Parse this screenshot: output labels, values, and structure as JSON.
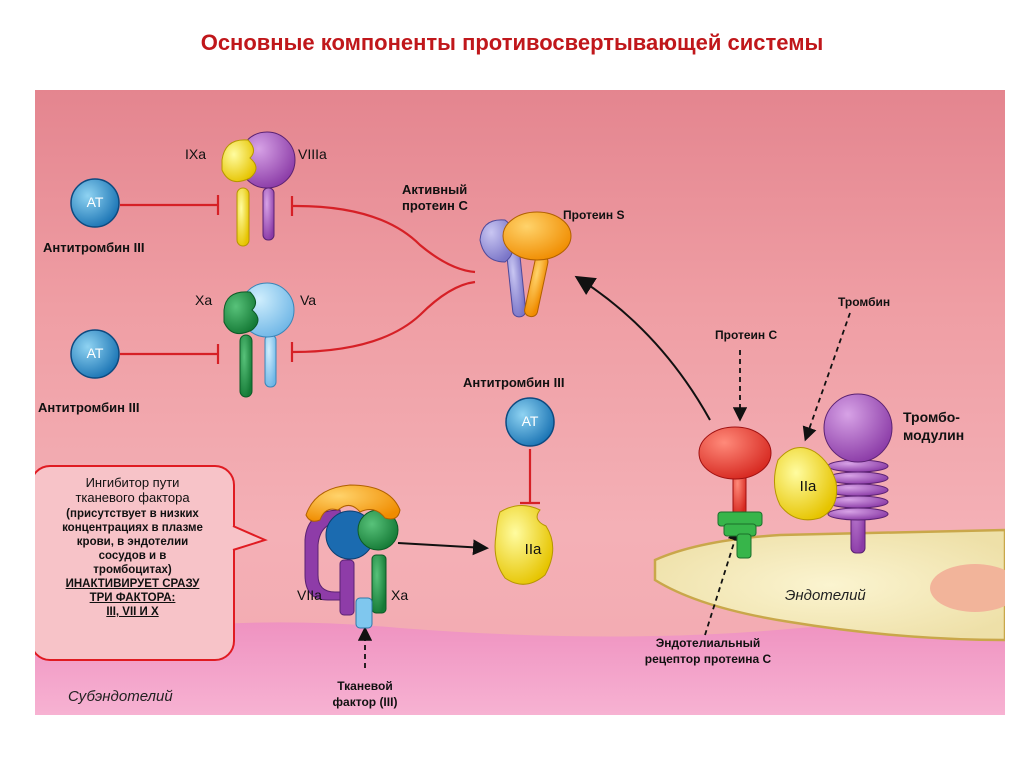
{
  "title": "Основные компоненты противосвертывающей системы",
  "diagram": {
    "at_label": "AT",
    "antithrombin_left_top": "Антитромбин III",
    "antithrombin_left_bottom": "Антитромбин III",
    "antithrombin_center": "Антитромбин III",
    "factor_ixa": "IXa",
    "factor_viiia": "VIIIa",
    "factor_xa_top": "Xa",
    "factor_va": "Va",
    "active_protein_c": "Активный\nпротеин С",
    "protein_s": "Протеин S",
    "thrombin": "Тромбин",
    "protein_c": "Протеин С",
    "thrombomodulin": "Тромбо-\nмодулин",
    "iia_center": "IIa",
    "iia_right": "IIa",
    "viia": "VIIa",
    "xa_bottom": "Xa",
    "tissue_factor": "Тканевой\nфактор (III)",
    "endothelium": "Эндотелий",
    "subendothelium": "Субэндотелий",
    "endothelial_receptor": "Эндотелиальный\nрецептор протеина С"
  },
  "callout": {
    "line1": "Ингибитор пути\nтканевого фактора",
    "line2": "(присутствует в низких\nконцентрациях в плазме\nкрови, в эндотелии\nсосудов и в\nтромбоцитах)",
    "line3": "ИНАКТИВИРУЕТ СРАЗУ\nТРИ ФАКТОРА:\nIII, VII И X"
  }
}
